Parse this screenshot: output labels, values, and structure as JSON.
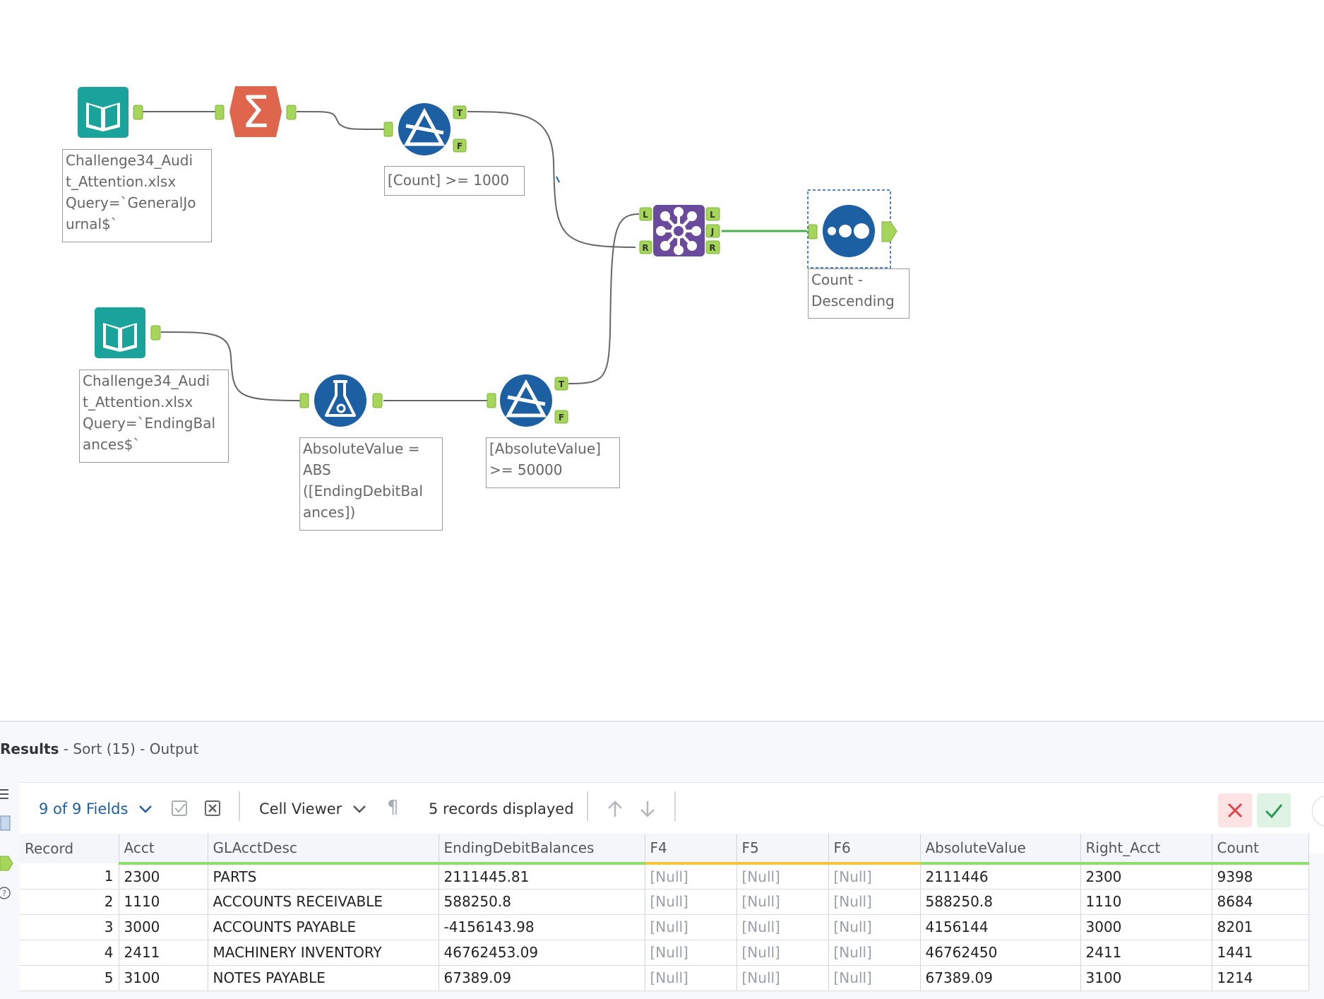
{
  "canvas": {
    "tools": {
      "input1": {
        "label": "Challenge34_Audi\nt_Attention.xlsx\nQuery=`GeneralJo\nurnal$`"
      },
      "summarize": {
        "label": ""
      },
      "filter1": {
        "label": "[Count] >= 1000",
        "anchor_true": "T",
        "anchor_false": "F"
      },
      "join": {
        "anchor_left_in": "L",
        "anchor_right_in": "R",
        "anchor_left_out": "L",
        "anchor_join_out": "J",
        "anchor_right_out": "R"
      },
      "sort": {
        "label": "Count -\nDescending"
      },
      "input2": {
        "label": "Challenge34_Audi\nt_Attention.xlsx\nQuery=`EndingBal\nances$`"
      },
      "formula": {
        "label": "AbsoluteValue =\nABS\n([EndingDebitBal\nances])"
      },
      "filter2": {
        "label": "[AbsoluteValue]\n>= 50000",
        "anchor_true": "T",
        "anchor_false": "F"
      }
    },
    "colors": {
      "input": "#1aa39a",
      "summarize": "#e0654d",
      "filter": "#1d5fa3",
      "join": "#6a4a9c",
      "connector": "#a5d65a",
      "wire": "#666666",
      "active_wire": "#4caf50"
    }
  },
  "results": {
    "title_bold": "Results",
    "title_rest": " - Sort (15) - Output",
    "fields_selector": "9 of 9 Fields",
    "cell_viewer": "Cell Viewer",
    "records_displayed": "5 records displayed",
    "columns": [
      "Record",
      "Acct",
      "GLAcctDesc",
      "EndingDebitBalances",
      "F4",
      "F5",
      "F6",
      "AbsoluteValue",
      "Right_Acct",
      "Count"
    ],
    "rows": [
      [
        "1",
        "2300",
        "PARTS",
        "2111445.81",
        "[Null]",
        "[Null]",
        "[Null]",
        "2111446",
        "2300",
        "9398"
      ],
      [
        "2",
        "1110",
        "ACCOUNTS RECEIVABLE",
        "588250.8",
        "[Null]",
        "[Null]",
        "[Null]",
        "588250.8",
        "1110",
        "8684"
      ],
      [
        "3",
        "3000",
        "ACCOUNTS PAYABLE",
        "-4156143.98",
        "[Null]",
        "[Null]",
        "[Null]",
        "4156144",
        "3000",
        "8201"
      ],
      [
        "4",
        "2411",
        "MACHINERY INVENTORY",
        "46762453.09",
        "[Null]",
        "[Null]",
        "[Null]",
        "46762450",
        "2411",
        "1441"
      ],
      [
        "5",
        "3100",
        "NOTES PAYABLE",
        "67389.09",
        "[Null]",
        "[Null]",
        "[Null]",
        "67389.09",
        "3100",
        "1214"
      ]
    ]
  }
}
